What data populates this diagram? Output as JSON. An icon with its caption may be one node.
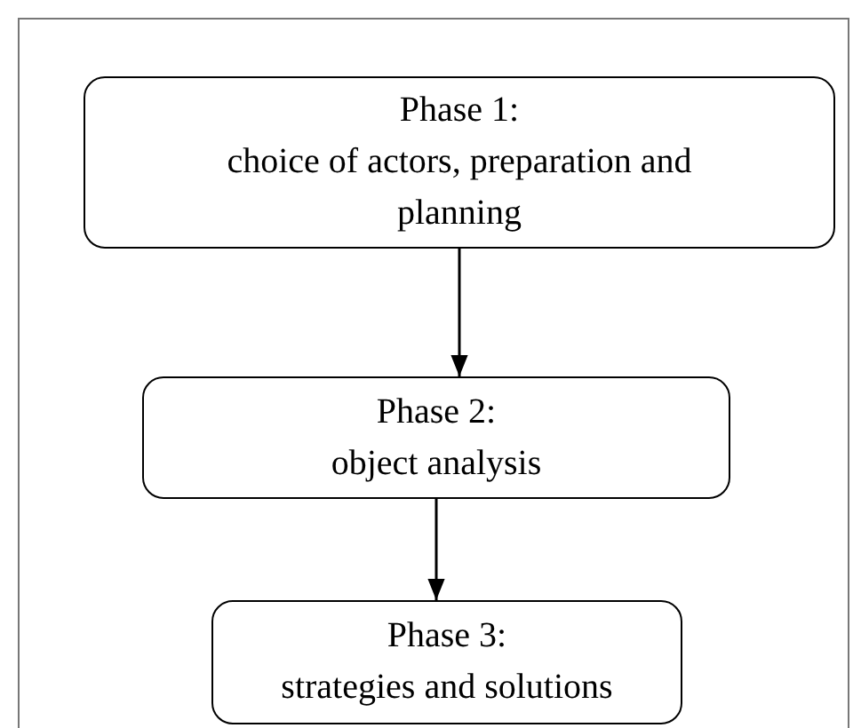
{
  "diagram": {
    "nodes": [
      {
        "text": [
          "Phase 1:",
          "choice of actors, preparation and planning"
        ]
      },
      {
        "text": [
          "Phase 2:",
          "object analysis"
        ]
      },
      {
        "text": [
          "Phase 3:",
          "strategies and solutions"
        ]
      }
    ],
    "edges": [
      {
        "from": 0,
        "to": 1,
        "arrow": "to"
      },
      {
        "from": 1,
        "to": 2,
        "arrow": "to"
      }
    ]
  }
}
